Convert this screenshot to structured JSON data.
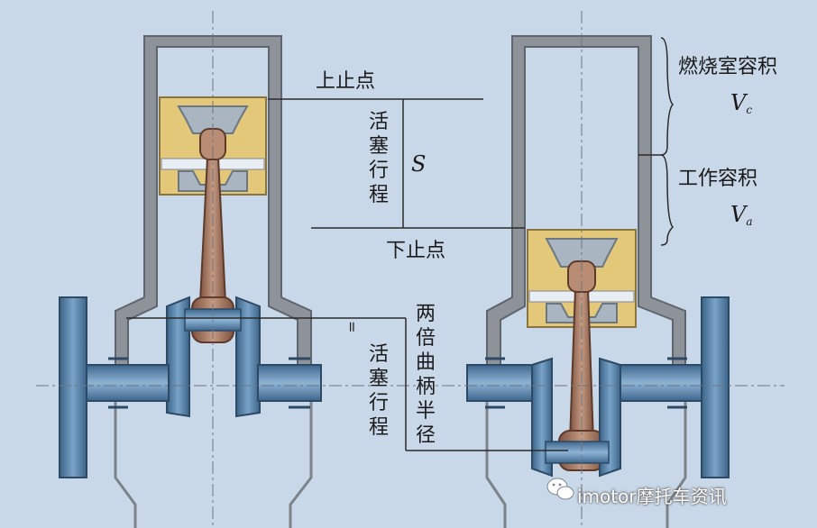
{
  "labels": {
    "tdc": "上止点",
    "bdc": "下止点",
    "stroke_vertical": "活塞行程",
    "stroke_symbol": "S",
    "combustion_volume": "燃烧室容积",
    "combustion_symbol": "V",
    "combustion_sub": "c",
    "working_volume": "工作容积",
    "working_symbol": "V",
    "working_sub": "a",
    "equals_sign": "=",
    "stroke_vertical_2": "活塞行程",
    "twice_crank_radius": "两倍曲柄半径"
  },
  "watermark": "imotor摩托车资讯",
  "colors": {
    "background": "#c9d8e8",
    "cylinder": "#8e939a",
    "cylinder_inner": "#c9d8e8",
    "piston": "#e3c87a",
    "rod": "#9a6a52",
    "crank": "#4f7aa3"
  },
  "icons": [
    "wechat-icon"
  ]
}
